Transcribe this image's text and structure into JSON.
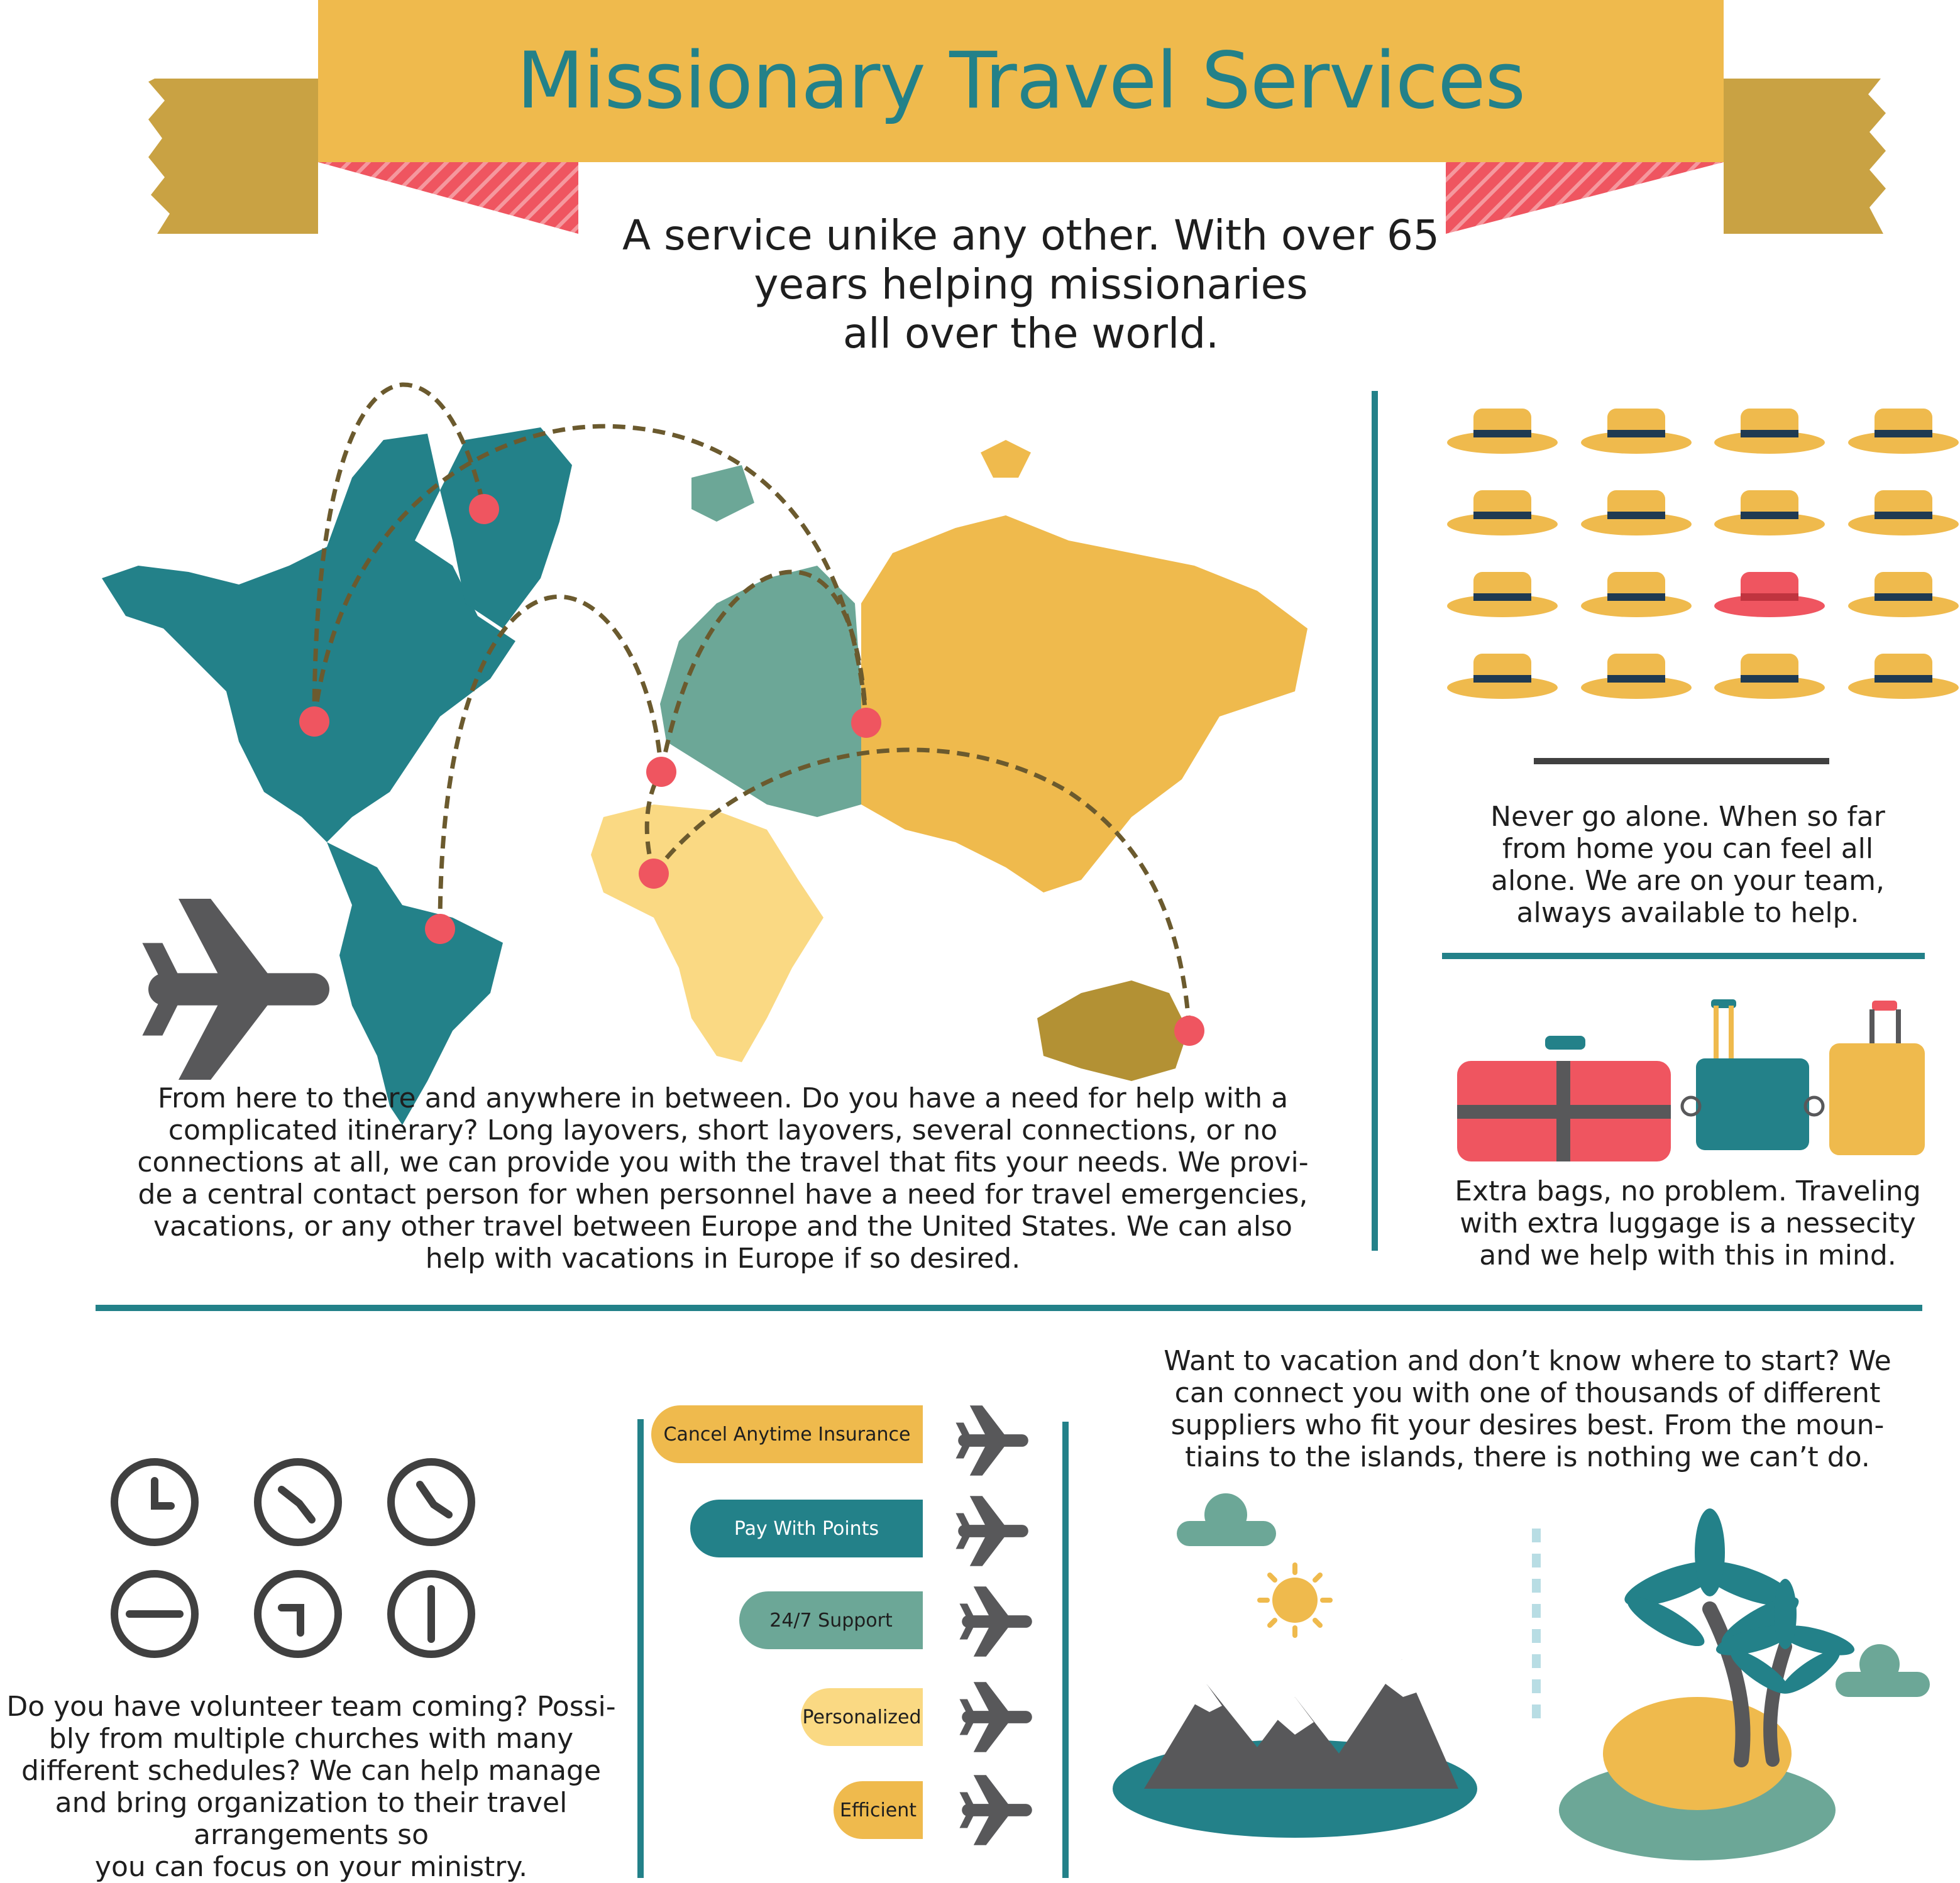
{
  "title": "Missionary Travel Services",
  "tagline": {
    "line1": "A service unike any other. With over 65",
    "line2": "years helping missionaries",
    "line3": "all over the world."
  },
  "itinerary": {
    "lines": [
      "From here to there and anywhere in between. Do you have a need for help with a",
      "complicated itinerary? Long layovers, short layovers, several connections, or no",
      "connections at all, we can provide you with the travel that fits your needs. We provi-",
      "de a central contact person for when personnel have a need for travel emergencies,",
      "vacations, or any other travel between Europe and the United States. We can also",
      "help with vacations in Europe if so desired."
    ]
  },
  "never_alone": {
    "lines": [
      "Never go alone. When so far",
      "from home you can feel all",
      "alone. We are on your team,",
      "always available to help."
    ]
  },
  "luggage": {
    "lines": [
      "Extra bags, no problem. Traveling",
      "with extra luggage is a nessecity",
      "and we help with this in mind."
    ]
  },
  "vacation": {
    "lines": [
      "Want to vacation and don’t know where to start? We",
      "can connect you with one of thousands of different",
      "suppliers who fit your desires best. From the moun-",
      "tiains to the islands, there is nothing we can’t do."
    ]
  },
  "volunteer": {
    "lines": [
      "Do you have volunteer team coming? Possi-",
      "bly from multiple churches with many",
      "different schedules? We can help manage",
      "and bring organization to their travel",
      "arrangements so",
      "you can focus on your ministry."
    ]
  },
  "features": [
    {
      "label": "Cancel Anytime Insurance",
      "color": "#efba4d"
    },
    {
      "label": "Pay With Points",
      "color": "#238189"
    },
    {
      "label": "24/7 Support",
      "color": "#6ca797"
    },
    {
      "label": "Personalized",
      "color": "#fad983"
    },
    {
      "label": "Efficient",
      "color": "#efba4d"
    }
  ],
  "colors": {
    "teal": "#238189",
    "sage": "#6ca797",
    "gold": "#efba4d",
    "sand": "#fad983",
    "olive": "#b39134",
    "coral": "#ef5560",
    "slate": "#58585a"
  }
}
